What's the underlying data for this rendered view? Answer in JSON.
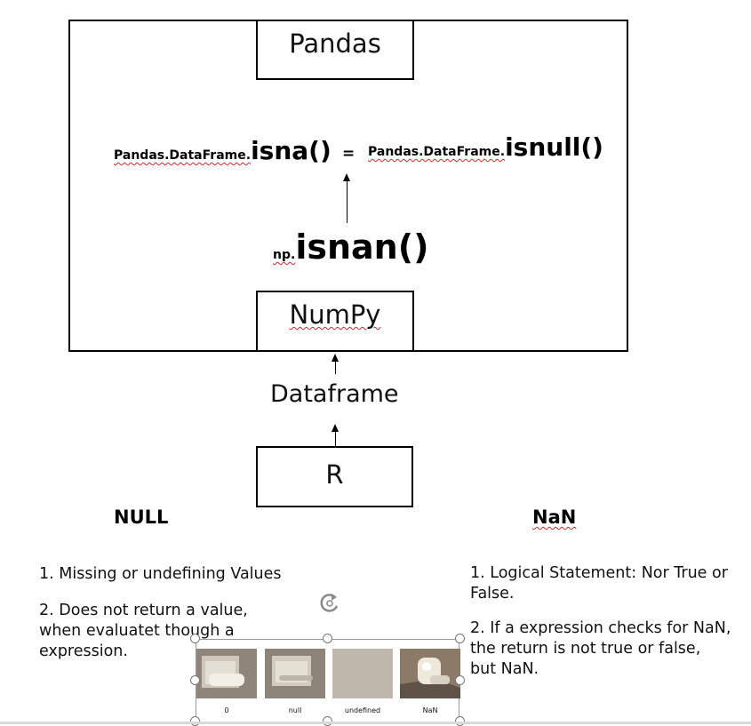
{
  "pandas": {
    "title": "Pandas",
    "isna": {
      "prefix": "Pandas.DataFrame.",
      "name": "isna()"
    },
    "equals": "=",
    "isnull": {
      "prefix": "Pandas.DataFrame.",
      "name": "isnull()"
    },
    "isnan": {
      "prefix": "np.",
      "name": "isnan()"
    }
  },
  "numpy": {
    "title": "NumPy"
  },
  "dataframe": {
    "label": "Dataframe"
  },
  "r": {
    "title": "R"
  },
  "null_section": {
    "heading": "NULL",
    "item1": "1. Missing or undefining Values",
    "item2_line1": "2. Does not return a value,",
    "item2_line2": "when evaluatet though a",
    "item2_line3": "expression."
  },
  "nan_section": {
    "heading": "NaN",
    "item1_line1": "1. Logical Statement: Nor True or",
    "item1_line2": "False.",
    "item2_line1": "2. If a expression checks for NaN,",
    "item2_line2": "the return is not true or false,",
    "item2_line3": "but NaN."
  },
  "image": {
    "labels": [
      "0",
      "null",
      "undefined",
      "NaN"
    ]
  }
}
